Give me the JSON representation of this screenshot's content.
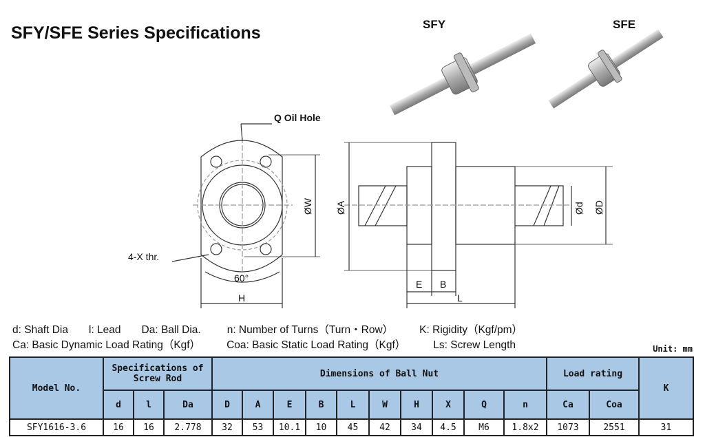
{
  "title": "SFY/SFE Series Specifications",
  "products": {
    "sfy": "SFY",
    "sfe": "SFE"
  },
  "drawing": {
    "oil_hole": "Q Oil Hole",
    "thread": "4-X thr.",
    "angle": "60°",
    "w": "ØW",
    "h": "H",
    "a": "ØA",
    "e": "E",
    "b": "B",
    "l": "L",
    "d_small": "Ød",
    "d_big": "ØD"
  },
  "legend": {
    "line1": [
      "d: Shaft Dia",
      "l: Lead",
      "Da: Ball Dia.",
      "n: Number of Turns（Turn・Row）",
      "K: Rigidity（Kgf/pm）"
    ],
    "line2": [
      "Ca: Basic Dynamic Load Rating（Kgf）",
      "Coa: Basic Static Load Rating（Kgf）",
      "Ls: Screw Length"
    ]
  },
  "unit": "Unit: mm",
  "table": {
    "group_headers": {
      "model": "Model No.",
      "rod": "Specifications of Screw Rod",
      "nut": "Dimensions of Ball Nut",
      "load": "Load rating",
      "k": "K"
    },
    "columns": [
      "d",
      "l",
      "Da",
      "D",
      "A",
      "E",
      "B",
      "L",
      "W",
      "H",
      "X",
      "Q",
      "n",
      "Ca",
      "Coa"
    ],
    "rows": [
      [
        "SFY1616-3.6",
        "16",
        "16",
        "2.778",
        "32",
        "53",
        "10.1",
        "10",
        "45",
        "42",
        "34",
        "4.5",
        "M6",
        "1.8x2",
        "1073",
        "2551",
        "31"
      ]
    ]
  }
}
